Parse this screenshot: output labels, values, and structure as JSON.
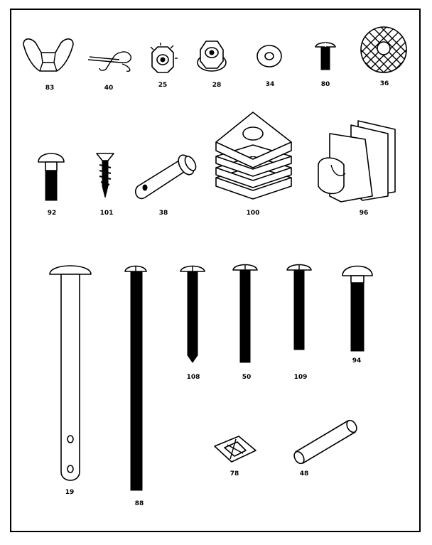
{
  "parts": [
    {
      "id": "wing-nut",
      "icon": "wing-nut-icon",
      "label": "83"
    },
    {
      "id": "hitch-pin-clip",
      "icon": "hitch-pin-clip-icon",
      "label": "40"
    },
    {
      "id": "keps-nut",
      "icon": "keps-nut-icon",
      "label": "25"
    },
    {
      "id": "flange-lock-nut",
      "icon": "flange-lock-nut-icon",
      "label": "28"
    },
    {
      "id": "flat-washer",
      "icon": "flat-washer-icon",
      "label": "34"
    },
    {
      "id": "machine-screw-small",
      "icon": "machine-screw-icon",
      "label": "80"
    },
    {
      "id": "gripper-disc",
      "icon": "gripper-disc-icon",
      "label": "36"
    },
    {
      "id": "carriage-bolt-short",
      "icon": "carriage-bolt-icon",
      "label": "92"
    },
    {
      "id": "wood-screw",
      "icon": "wood-screw-icon",
      "label": "101"
    },
    {
      "id": "clevis-pin",
      "icon": "clevis-pin-icon",
      "label": "38"
    },
    {
      "id": "square-tube-plug",
      "icon": "tube-plug-icon",
      "label": "100"
    },
    {
      "id": "tube-end-cap",
      "icon": "tube-end-cap-icon",
      "label": "96"
    },
    {
      "id": "long-clevis-pin",
      "icon": "long-clevis-pin-icon",
      "label": "19"
    },
    {
      "id": "long-bolt",
      "icon": "long-bolt-icon",
      "label": "88"
    },
    {
      "id": "screw-108",
      "icon": "truss-screw-icon",
      "label": "108"
    },
    {
      "id": "bolt-50",
      "icon": "truss-bolt-icon",
      "label": "50"
    },
    {
      "id": "bolt-109",
      "icon": "truss-bolt-icon",
      "label": "109"
    },
    {
      "id": "carriage-bolt-long",
      "icon": "carriage-bolt-icon",
      "label": "94"
    },
    {
      "id": "speed-clip",
      "icon": "speed-clip-icon",
      "label": "78"
    },
    {
      "id": "spacer-tube",
      "icon": "spacer-tube-icon",
      "label": "48"
    }
  ]
}
